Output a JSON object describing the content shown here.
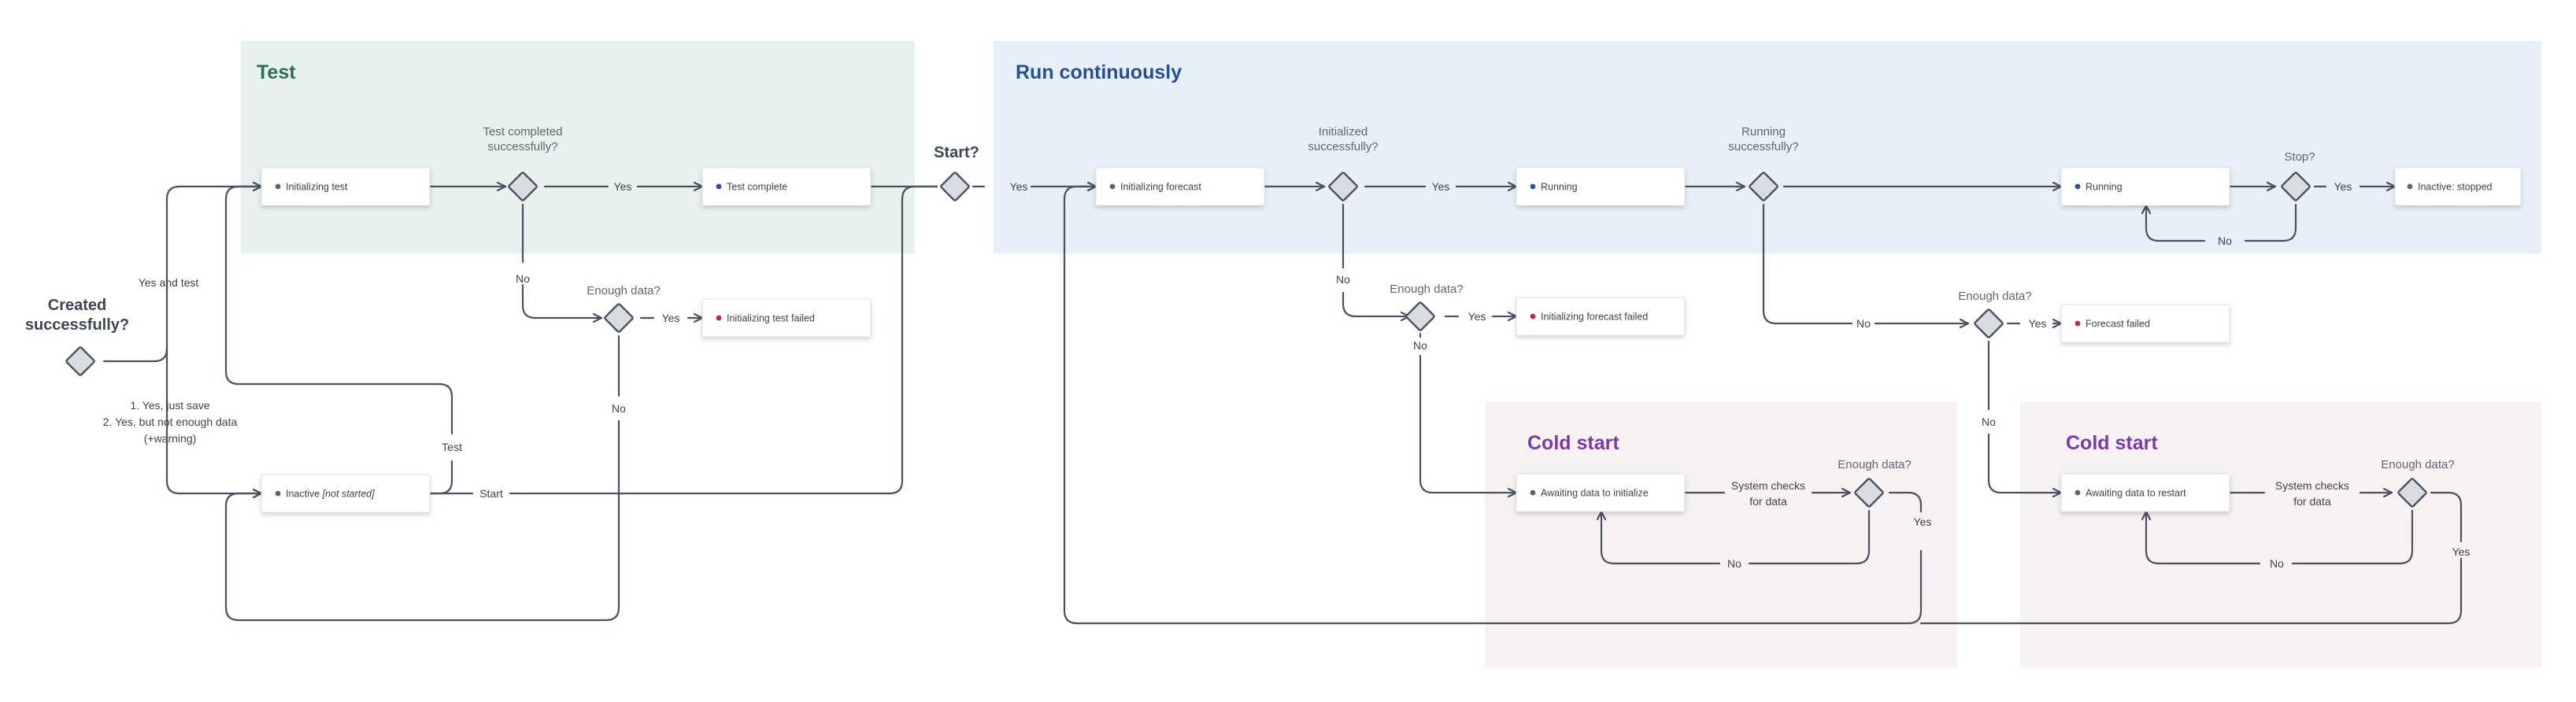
{
  "colors": {
    "test_region": "#e7f1ee",
    "run_region": "#e7eff8",
    "cold_region": "#f7f1f2",
    "test_title": "#2f6b5a",
    "run_title": "#2a4f8f",
    "cold_title": "#7a3aa8",
    "edge": "#4a5260",
    "dot_blue": "#2c4fa5",
    "dot_red": "#c02640",
    "dot_grey": "#5d6470"
  },
  "regions": {
    "test": "Test",
    "run": "Run continuously",
    "cold_start_1": "Cold start",
    "cold_start_2": "Cold start"
  },
  "nodes": {
    "initializing_test": "Initializing test",
    "test_complete": "Test complete",
    "initializing_test_failed": "Initializing test failed",
    "inactive_text": "Inactive",
    "inactive_italic": "[not started]",
    "initializing_forecast": "Initializing forecast",
    "running_1": "Running",
    "initializing_forecast_failed": "Initializing forecast failed",
    "running_2": "Running",
    "forecast_failed": "Forecast failed",
    "inactive_stopped": "Inactive: stopped",
    "awaiting_initialize": "Awaiting data to initialize",
    "awaiting_restart": "Awaiting data to restart"
  },
  "decisions": {
    "created": [
      "Created",
      "successfully?"
    ],
    "test_completed": [
      "Test completed",
      "successfully?"
    ],
    "enough_data_test": "Enough data?",
    "start": "Start?",
    "initialized": [
      "Initialized",
      "successfully?"
    ],
    "enough_data_init": "Enough data?",
    "running_ok": [
      "Running",
      "successfully?"
    ],
    "enough_data_run": "Enough data?",
    "stop": "Stop?",
    "enough_data_cold1": "Enough data?",
    "enough_data_cold2": "Enough data?"
  },
  "edge_labels": {
    "yes_and_test": "Yes and test",
    "save_options": [
      "1. Yes, just save",
      "2. Yes, but not enough data",
      "(+warning)"
    ],
    "yes": "Yes",
    "no": "No",
    "test": "Test",
    "start": "Start",
    "system_checks": [
      "System checks",
      "for data"
    ]
  }
}
